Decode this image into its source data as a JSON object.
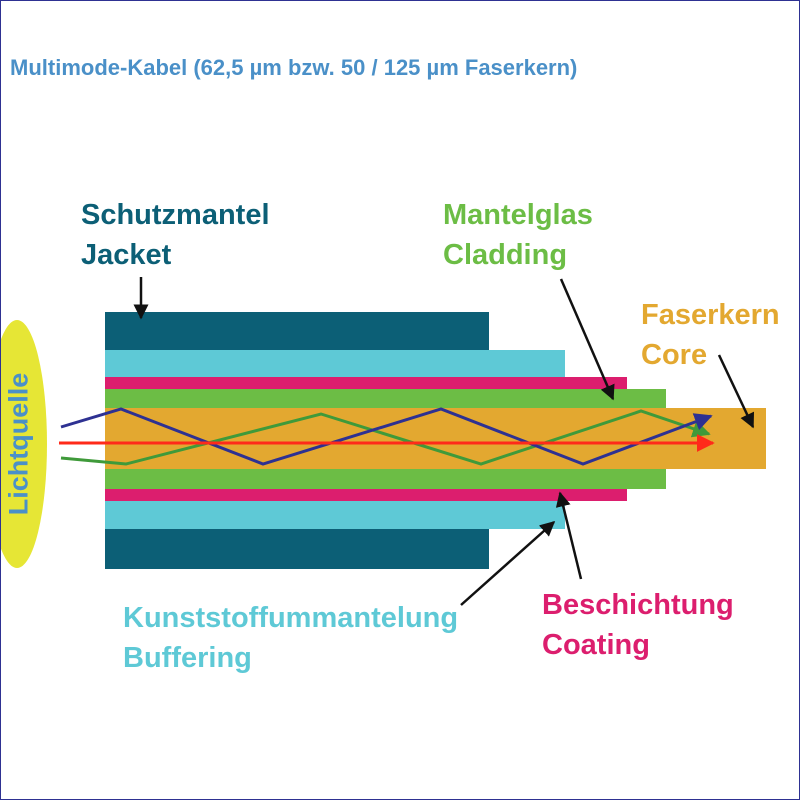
{
  "title": "Multimode-Kabel (62,5 µm bzw. 50 / 125 µm Faserkern)",
  "light_source": "Lichtquelle",
  "layers": {
    "jacket": {
      "de": "Schutzmantel",
      "en": "Jacket",
      "color": "#0c5f76"
    },
    "cladding": {
      "de": "Mantelglas",
      "en": "Cladding",
      "color": "#6cbd45"
    },
    "core": {
      "de": "Faserkern",
      "en": "Core",
      "color": "#e3a830"
    },
    "coating": {
      "de": "Beschichtung",
      "en": "Coating",
      "color": "#dc1e6e"
    },
    "buffering": {
      "de": "Kunststoffummantelung",
      "en": "Buffering",
      "color": "#5ec9d6"
    }
  },
  "colors": {
    "title": "#4a90c8",
    "lamp": "#e6e635",
    "ray_straight": "#ff2a1a",
    "ray_blue": "#2e3192",
    "ray_green": "#3f9a3a",
    "pointer": "#111111",
    "border": "#2e3192"
  }
}
